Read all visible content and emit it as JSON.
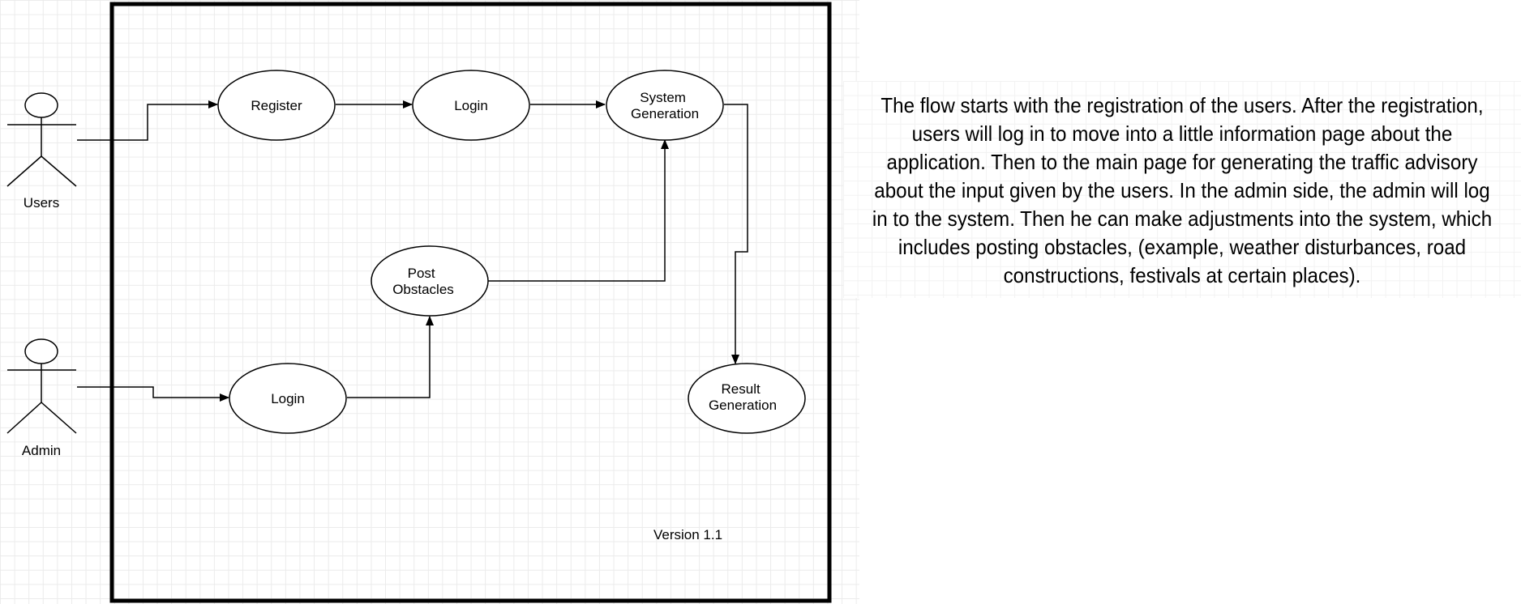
{
  "diagram": {
    "actors": {
      "users": "Users",
      "admin": "Admin"
    },
    "use_cases": {
      "register": "Register",
      "login_user": "Login",
      "system_generation": [
        "System",
        "Generation"
      ],
      "post_obstacles": [
        "Post",
        "Obstacles"
      ],
      "login_admin": "Login",
      "result_generation": [
        "Result",
        "Generation"
      ]
    },
    "version": "Version 1.1"
  },
  "description": "The flow starts with the registration of the users. After the registration, users will log in to move into a little information page about the application. Then to the main page for generating the traffic advisory about the input given by the users. In the admin side, the admin will log in to the system. Then he can make adjustments into the system, which includes posting obstacles, (example, weather disturbances, road constructions, festivals at certain places)."
}
